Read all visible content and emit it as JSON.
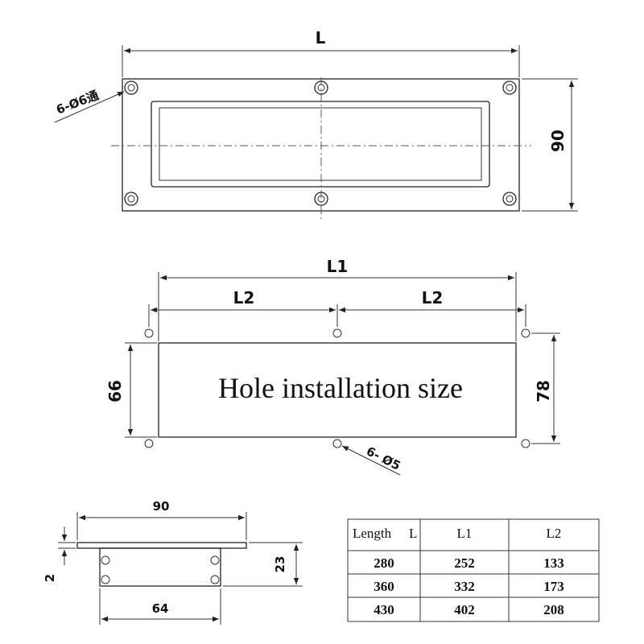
{
  "top_view": {
    "length_label": "L",
    "height_label": "90",
    "holes_label": "6-Ø6通"
  },
  "install_view": {
    "l1_label": "L1",
    "l2_left_label": "L2",
    "l2_right_label": "L2",
    "left_height_label": "66",
    "right_height_label": "78",
    "caption": "Hole installation size",
    "holes_label": "6- Ø5"
  },
  "side_view": {
    "width_label": "90",
    "thickness_label": "2",
    "depth_label": "23",
    "inner_width_label": "64"
  },
  "table": {
    "headers": [
      "Length",
      "L",
      "L1",
      "L2"
    ],
    "rows": [
      [
        "280",
        "252",
        "133"
      ],
      [
        "360",
        "332",
        "173"
      ],
      [
        "430",
        "402",
        "208"
      ]
    ]
  }
}
